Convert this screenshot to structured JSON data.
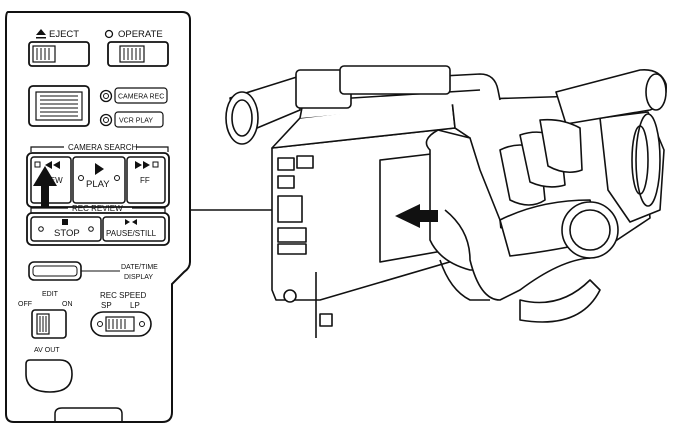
{
  "panel": {
    "eject": "EJECT",
    "operate": "OPERATE",
    "camera_rec": "CAMERA REC",
    "vcr_play": "VCR PLAY",
    "camera_search": "CAMERA SEARCH",
    "rew": "REW",
    "play": "PLAY",
    "ff": "FF",
    "rec_review": "REC REVIEW",
    "stop": "STOP",
    "pause_still": "PAUSE/STILL",
    "date_time_line1": "DATE/TIME",
    "date_time_line2": "DISPLAY",
    "edit": "EDIT",
    "off": "OFF",
    "on": "ON",
    "rec_speed": "REC SPEED",
    "sp": "SP",
    "lp": "LP",
    "av_out": "AV OUT"
  },
  "icons": {
    "eject": "eject-icon",
    "rew": "rewind-icon",
    "play": "play-icon",
    "ff": "fast-forward-icon",
    "stop": "stop-icon",
    "pause": "pause-icon"
  }
}
